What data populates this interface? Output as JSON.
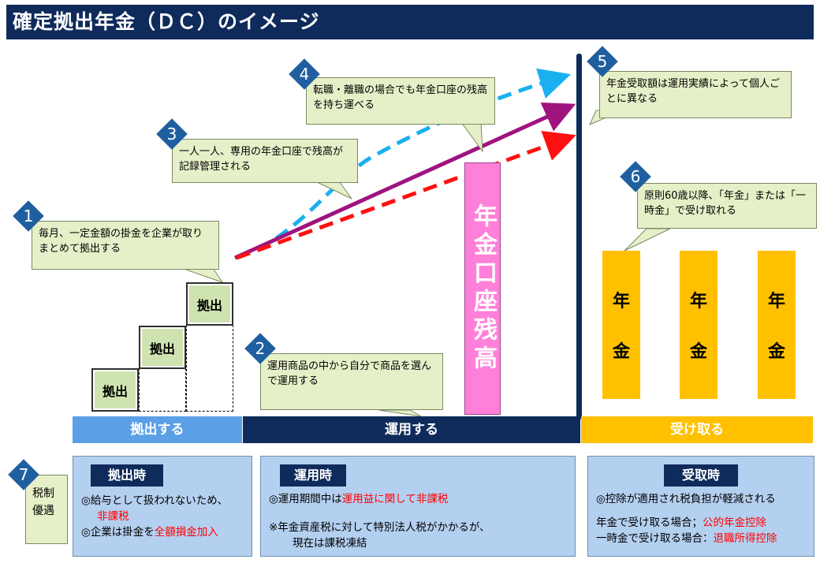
{
  "title": "確定拠出年金（ＤＣ）のイメージ",
  "steps": {
    "s1": {
      "num": "1",
      "text": "毎月、一定金額の掛金を企業が取りまとめて拠出する"
    },
    "s2": {
      "num": "2",
      "text": "運用商品の中から自分で商品を選んで運用する"
    },
    "s3": {
      "num": "3",
      "text": "一人一人、専用の年金口座で残高が記録管理される"
    },
    "s4": {
      "num": "4",
      "text": "転職・離職の場合でも年金口座の残高を持ち運べる"
    },
    "s5": {
      "num": "5",
      "text": "年金受取額は運用実績によって個人ごとに異なる"
    },
    "s6": {
      "num": "6",
      "text": "原則60歳以降、「年金」または「一時金」で受け取れる"
    },
    "s7": {
      "num": "7"
    }
  },
  "contribution_label": "拠出",
  "account_label": "年金口座残高",
  "pension_top": "年",
  "pension_bottom": "金",
  "phases": {
    "contribute": "拠出する",
    "operate": "運用する",
    "receive": "受け取る"
  },
  "tax": {
    "side_label": "税制優遇",
    "contribute": {
      "head": "拠出時",
      "l1": "◎給与として扱われないため、",
      "l1_red": "非課税",
      "l2": "◎企業は掛金を",
      "l2_red": "全額損金加入"
    },
    "operate": {
      "head": "運用時",
      "l1": "◎運用期間中は",
      "l1_red": "運用益に関して非課税",
      "l2": "※年金資産税に対して特別法人税がかかるが、",
      "l3": "現在は課税凍結"
    },
    "receive": {
      "head": "受取時",
      "l1": "◎控除が適用され税負担が軽減される",
      "l2": "年金で受け取る場合；",
      "l2_red": "公的年金控除",
      "l3": "一時金で受け取る場合：",
      "l3_red": "退職所得控除"
    }
  },
  "colors": {
    "navy": "#0f2b5b",
    "blue_phase": "#5ba0e6",
    "orange": "#ffc000",
    "pink": "#ff80d8",
    "purple": "#a0137f",
    "cyan": "#1ab0f0",
    "red": "#ff1010"
  }
}
